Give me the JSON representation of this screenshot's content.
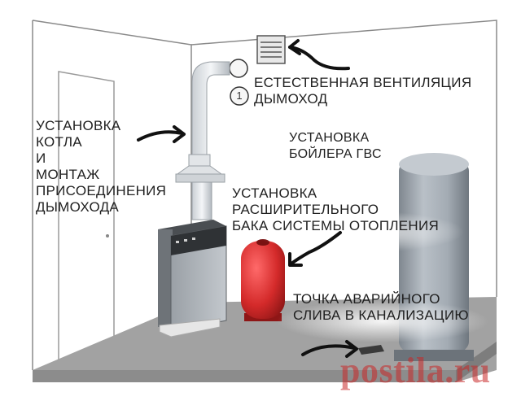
{
  "labels": {
    "ventilation": "ЕСТЕСТВЕННАЯ ВЕНТИЛЯЦИЯ",
    "chimney": "ДЫМОХОД",
    "chimney_number": "1",
    "boiler_install": [
      "УСТАНОВКА",
      "КОТЛА",
      "И",
      "МОНТАЖ",
      "ПРИСОЕДИНЕНИЯ",
      "ДЫМОХОДА"
    ],
    "water_heater": [
      "УСТАНОВКА",
      "БОЙЛЕРА  ГВС"
    ],
    "expansion_tank": [
      "УСТАНОВКА",
      "РАСШИРИТЕЛЬНОГО",
      "БАКА СИСТЕМЫ ОТОПЛЕНИЯ"
    ],
    "drain_point": [
      "ТОЧКА АВАРИЙНОГО",
      "СЛИВА В КАНАЛИЗАЦИЮ"
    ]
  },
  "watermark": "postila.ru",
  "colors": {
    "wall_line": "#8a8a8a",
    "floor": "#9c9c9c",
    "tank_red": "#d42a2a",
    "boiler_body": "#a9adb2",
    "boiler_dark": "#3a3d40",
    "heater": "#9aa2aa",
    "arrow": "#111111",
    "watermark": "#c82828"
  }
}
